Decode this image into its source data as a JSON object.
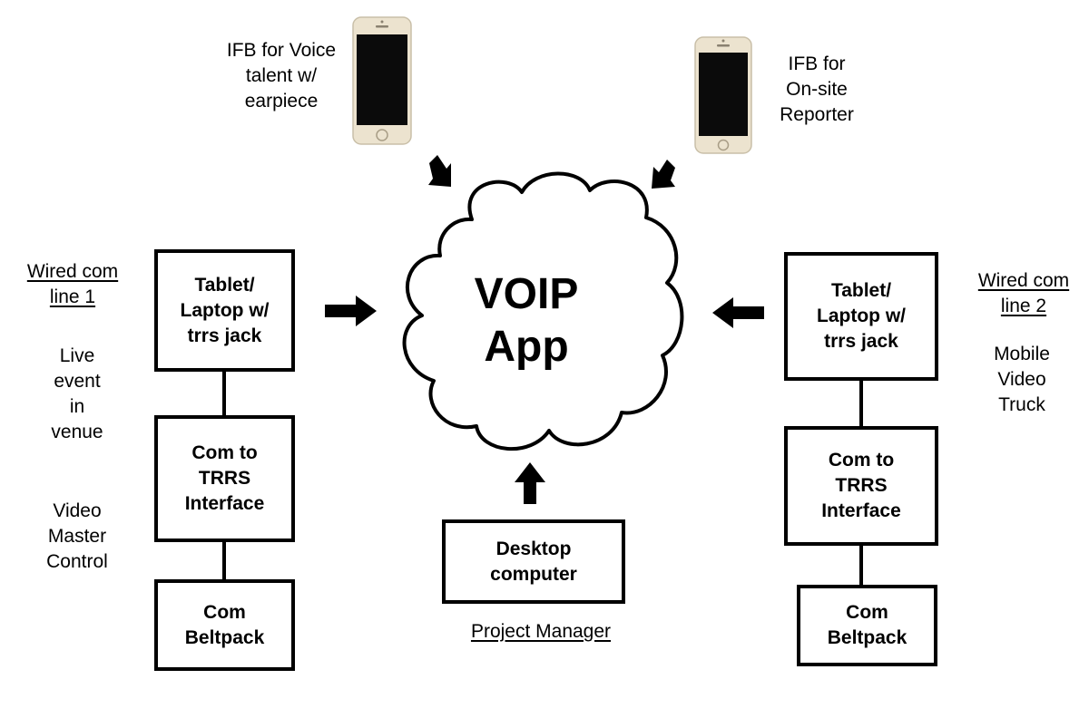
{
  "cloud": {
    "label": "VOIP\nApp"
  },
  "phones": {
    "left_label": "IFB for Voice\ntalent w/\nearpiece",
    "right_label": "IFB for\nOn-site\nReporter",
    "body_color": "#ece3cf",
    "screen_color": "#0b0b0b"
  },
  "left_chain": {
    "heading": "Wired com\nline 1",
    "location": "Live\nevent\nin\nvenue",
    "role": "Video\nMaster\nControl",
    "tablet": "Tablet/\nLaptop w/\ntrrs jack",
    "interface": "Com to\nTRRS\nInterface",
    "beltpack": "Com\nBeltpack"
  },
  "right_chain": {
    "heading": "Wired com\nline 2",
    "location": "Mobile\nVideo\nTruck",
    "tablet": "Tablet/\nLaptop w/\ntrrs jack",
    "interface": "Com to\nTRRS\nInterface",
    "beltpack": "Com\nBeltpack"
  },
  "center": {
    "desktop": "Desktop\ncomputer",
    "caption": "Project Manager"
  }
}
